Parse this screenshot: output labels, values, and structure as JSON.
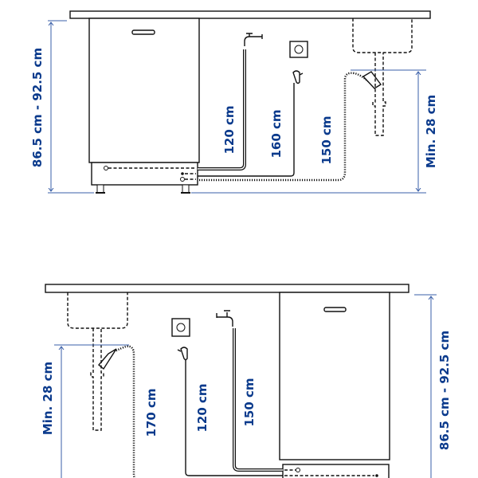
{
  "top_diagram": {
    "height_label": "86.5 cm - 92.5 cm",
    "sink_height_label": "Min. 28 cm",
    "water_hose_label": "120 cm",
    "power_cable_label": "160 cm",
    "drain_hose_label": "150 cm"
  },
  "bottom_diagram": {
    "height_label": "86.5 cm - 92.5 cm",
    "sink_height_label": "Min. 28 cm",
    "drain_hose_label": "170 cm",
    "power_cable_label": "120 cm",
    "water_hose_label": "150 cm"
  },
  "colors": {
    "dimension": "#0a3a8c",
    "line": "#111111"
  }
}
